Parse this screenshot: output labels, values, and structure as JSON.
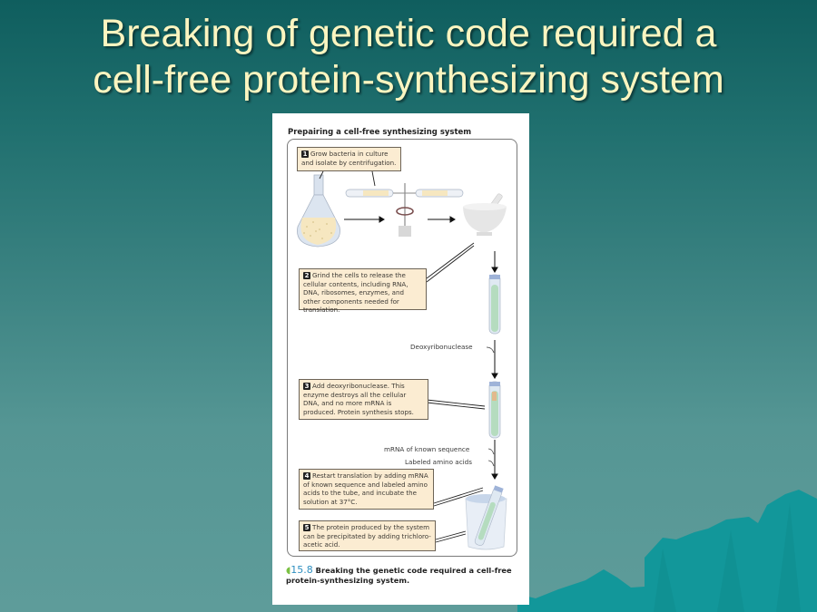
{
  "slide": {
    "title_line1": "Breaking of genetic code required a",
    "title_line2": "cell-free protein-synthesizing system",
    "colors": {
      "title_text": "#fbf5c0",
      "background_top": "#0f5e5e",
      "background_bottom": "#5e9c9a",
      "mountain": "#12979a"
    }
  },
  "figure": {
    "heading": "Prepairing a cell-free synthesizing system",
    "steps": [
      {
        "number": "1",
        "text": "Grow bacteria in culture and isolate by centrifugation."
      },
      {
        "number": "2",
        "text": "Grind the cells to release the cellular contents, including RNA, DNA, ribosomes, enzymes, and other components needed for translation."
      },
      {
        "number": "3",
        "text": "Add deoxyribonuclease. This enzyme destroys all the cellular DNA, and no more mRNA is produced. Protein synthesis stops."
      },
      {
        "number": "4",
        "text": "Restart translation by adding mRNA of known sequence and labeled amino acids to the tube, and incubate the solution at 37°C."
      },
      {
        "number": "5",
        "text": "The protein produced by the system can be precipitated by adding trichloro-acetic acid."
      }
    ],
    "labels": {
      "deoxyribonuclease": "Deoxyribonuclease",
      "mrna": "mRNA of known sequence",
      "amino_acids": "Labeled amino acids"
    },
    "caption": {
      "number": "15.8",
      "text": "Breaking the genetic code required a cell-free protein-synthesizing system."
    }
  }
}
